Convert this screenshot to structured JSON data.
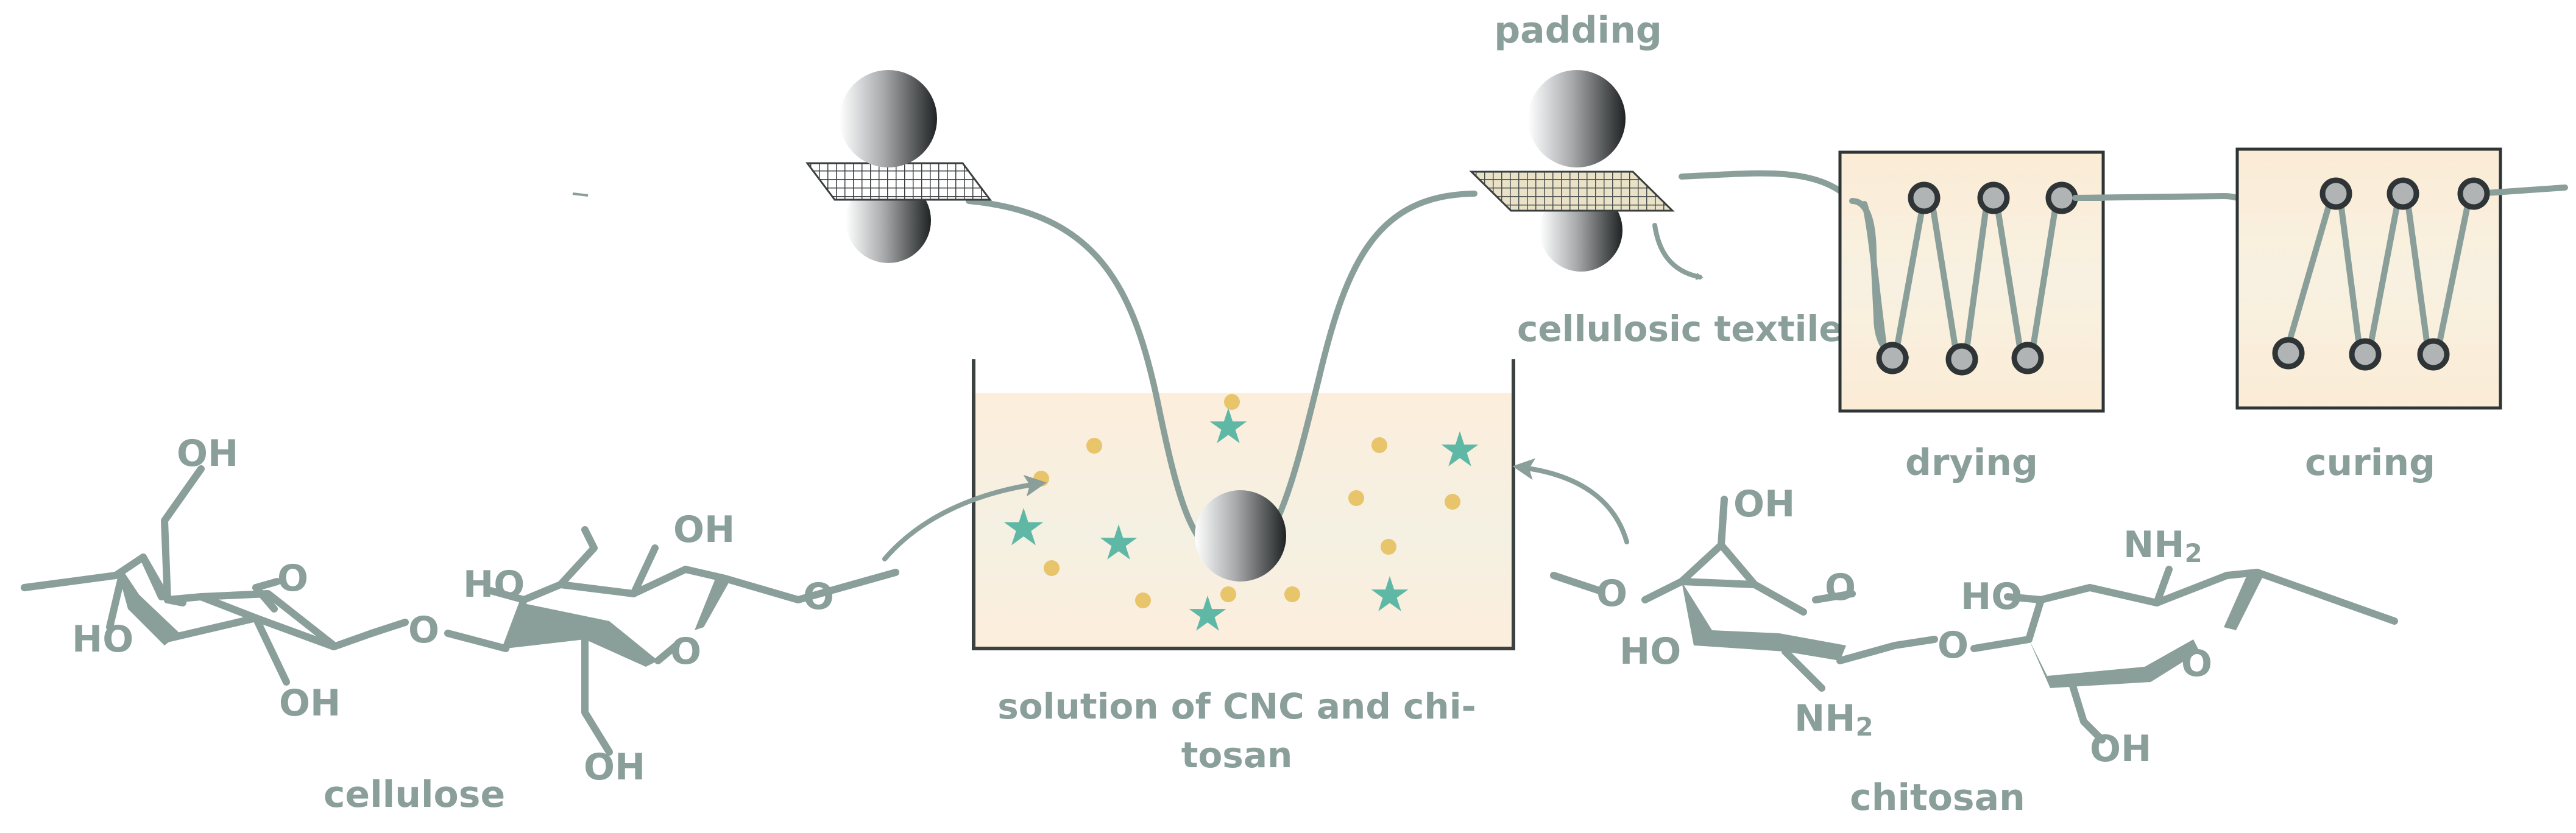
{
  "labels": {
    "padding": "padding",
    "cellulosic_textile": "cellulosic textile",
    "drying": "drying",
    "curing": "curing",
    "solution_line1": "solution of CNC and chi-",
    "solution_line2": "tosan",
    "cellulose": "cellulose",
    "chitosan": "chitosan"
  },
  "chem": {
    "oh": "OH",
    "ho": "HO",
    "o": "O",
    "nh": "NH",
    "sub2": "2"
  },
  "colors": {
    "structure": "#8a9f9a",
    "bath_fill": "#fdf0e2",
    "star": "#5fb8a6",
    "dot": "#e8c46a",
    "roller_dark": "#2f3536",
    "box_fill": "#fbedd9"
  }
}
